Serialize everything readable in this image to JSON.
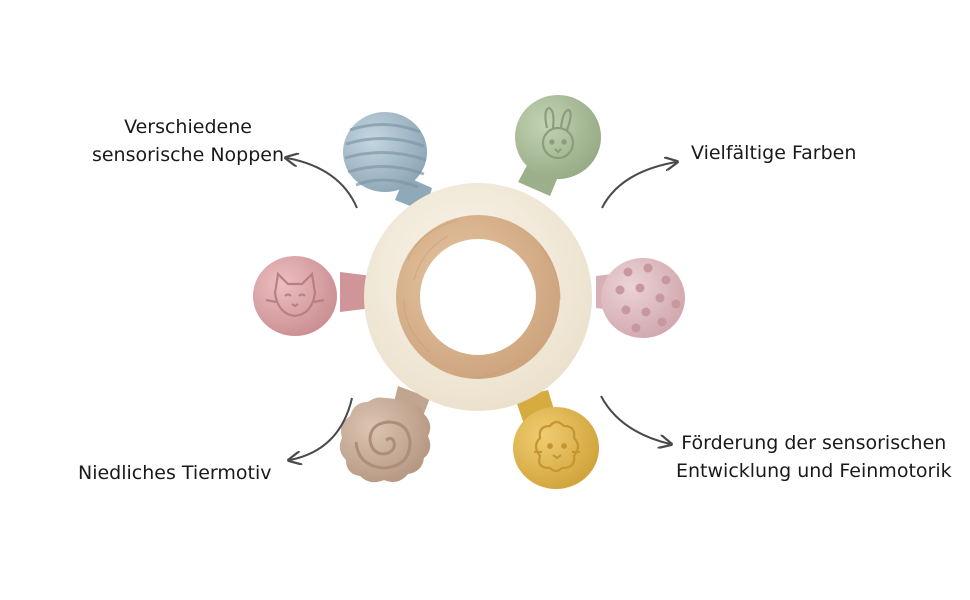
{
  "labels": {
    "top_left": {
      "line1": "Verschiedene",
      "line2": "sensorische Noppen"
    },
    "top_right": {
      "line1": "Vielfältige Farben"
    },
    "bottom_left": {
      "line1": "Niedliches Tiermotiv"
    },
    "bottom_right": {
      "line1": "Förderung der sensorischen",
      "line2": "Entwicklung und Feinmotorik"
    }
  },
  "colors": {
    "background": "#ffffff",
    "ring": "#f4eddd",
    "wood": "#d9b58f",
    "wood_grain": "#c99f74",
    "blue": "#9fb7c6",
    "green": "#a9bd98",
    "pink_left": "#d7a1a4",
    "pink_right": "#dcb8bd",
    "beige": "#c7ab95",
    "mustard": "#e0b64c",
    "arrow": "#4a4a4a"
  },
  "icons": [
    "rabbit-face-icon",
    "cat-face-icon",
    "lion-face-icon",
    "spiral-icon",
    "arrow-icon"
  ]
}
